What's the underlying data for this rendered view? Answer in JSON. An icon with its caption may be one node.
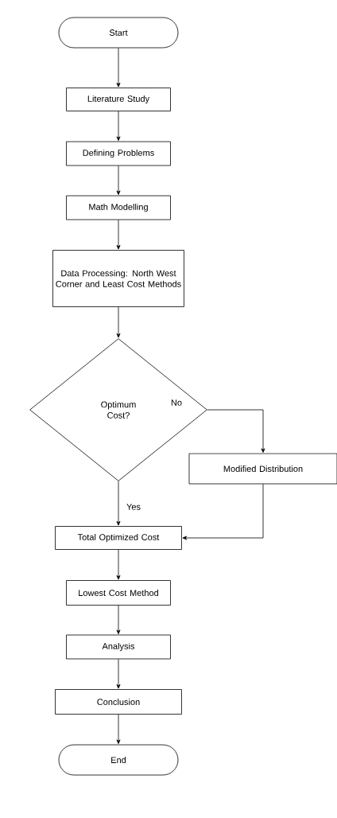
{
  "diagram": {
    "nodes": [
      {
        "text": [
          "Start"
        ]
      },
      {
        "text": [
          "Literature Study"
        ]
      },
      {
        "text": [
          "Defining Problems"
        ]
      },
      {
        "text": [
          "Math Modelling"
        ]
      },
      {
        "text": [
          "Data Processing: North West Corner and Least Cost Methods"
        ]
      },
      {
        "text": [
          "Optimum Cost?"
        ]
      },
      {
        "text": [
          "Modified Distribution"
        ]
      },
      {
        "text": [
          "Total Optimized Cost"
        ]
      },
      {
        "text": [
          "Lowest Cost Method"
        ]
      },
      {
        "text": [
          "Analysis"
        ]
      },
      {
        "text": [
          "Conclusion"
        ]
      },
      {
        "text": [
          "End"
        ]
      }
    ],
    "edges": [
      {
        "from": 0,
        "to": 1,
        "arrow": "to"
      },
      {
        "from": 1,
        "to": 2,
        "arrow": "to"
      },
      {
        "from": 2,
        "to": 3,
        "arrow": "to"
      },
      {
        "from": 3,
        "to": 4,
        "arrow": "to"
      },
      {
        "from": 4,
        "to": 5,
        "arrow": "to"
      },
      {
        "from": 5,
        "to": 6,
        "arrow": "to",
        "label": "No"
      },
      {
        "from": 5,
        "to": 7,
        "arrow": "to",
        "label": "Yes"
      },
      {
        "from": 6,
        "to": 7,
        "arrow": "to"
      },
      {
        "from": 7,
        "to": 8,
        "arrow": "to"
      },
      {
        "from": 8,
        "to": 9,
        "arrow": "to"
      },
      {
        "from": 9,
        "to": 10,
        "arrow": "to"
      },
      {
        "from": 10,
        "to": 11,
        "arrow": "to"
      }
    ]
  }
}
